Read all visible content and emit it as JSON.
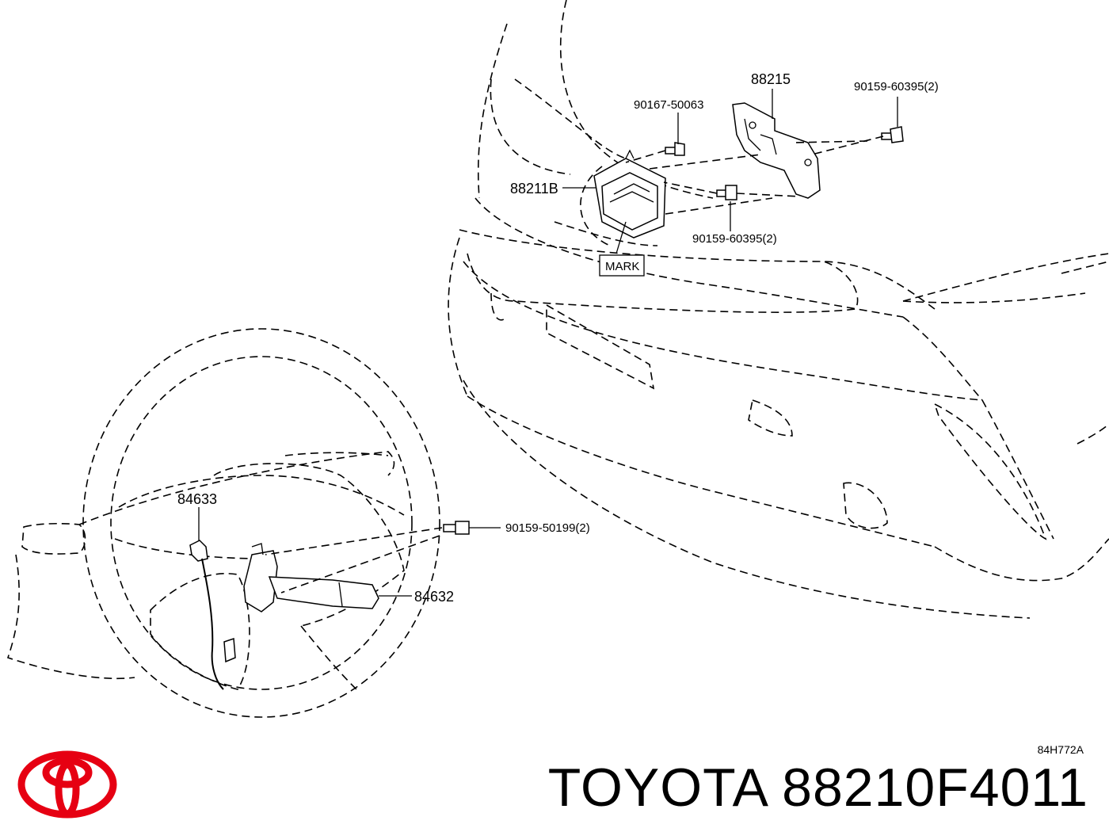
{
  "diagram": {
    "callouts": {
      "p88215": "88215",
      "p90159_60395_top": "90159-60395(2)",
      "p90167_50063": "90167-50063",
      "p88211B": "88211B",
      "p90159_60395_bottom": "90159-60395(2)",
      "mark": "MARK",
      "p84633": "84633",
      "p90159_50199": "90159-50199(2)",
      "p84632": "84632"
    },
    "ref_code": "84H772A"
  },
  "footer": {
    "brand": "TOYOTA",
    "part_number": "88210F4011",
    "logo_color": "#e60012"
  }
}
